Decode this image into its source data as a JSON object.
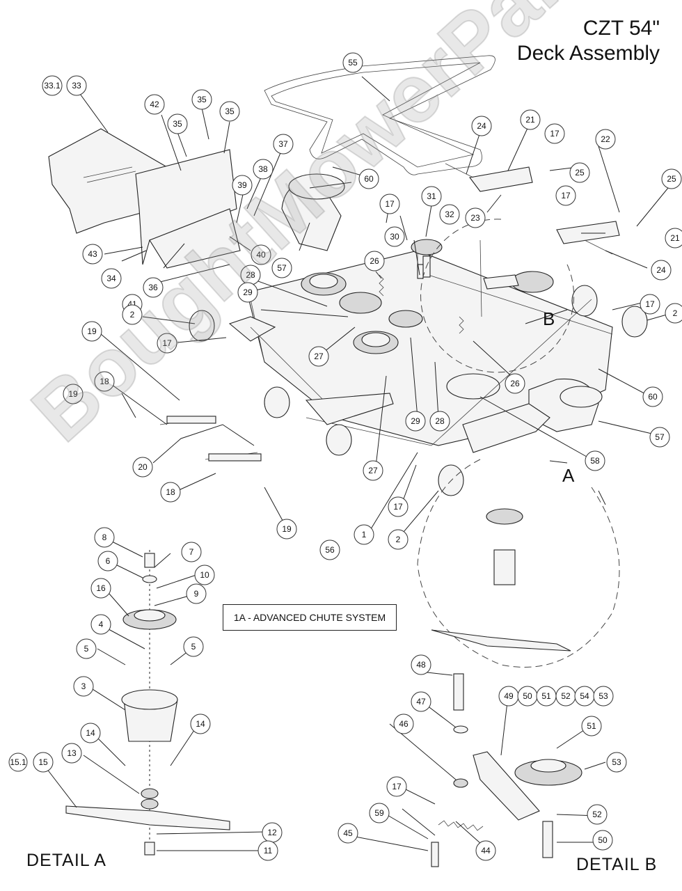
{
  "title": {
    "line1": "CZT 54\"",
    "line2": "Deck Assembly"
  },
  "note": "1A - ADVANCED CHUTE SYSTEM",
  "detail_a": "DETAIL  A",
  "detail_b": "DETAIL  B",
  "view_letters": {
    "a": "A",
    "b": "B"
  },
  "watermark": "BoughtMowerParts.com",
  "callouts": [
    "33.1",
    "33",
    "42",
    "35",
    "35",
    "35",
    "37",
    "38",
    "39",
    "40",
    "43",
    "34",
    "36",
    "41",
    "55",
    "60",
    "57",
    "24",
    "21",
    "17",
    "22",
    "25",
    "25",
    "23",
    "17",
    "21",
    "24",
    "31",
    "17",
    "30",
    "32",
    "26",
    "28",
    "29",
    "2",
    "17",
    "19",
    "18",
    "19",
    "20",
    "18",
    "19",
    "27",
    "29",
    "28",
    "27",
    "26",
    "17",
    "2",
    "60",
    "57",
    "58",
    "1",
    "56",
    "17",
    "2",
    "8",
    "7",
    "6",
    "10",
    "9",
    "16",
    "4",
    "5",
    "5",
    "3",
    "14",
    "14",
    "15.1",
    "15",
    "13",
    "12",
    "11",
    "48",
    "47",
    "46",
    "49",
    "50",
    "51",
    "52",
    "54",
    "53",
    "51",
    "53",
    "17",
    "59",
    "45",
    "44",
    "52",
    "50"
  ]
}
